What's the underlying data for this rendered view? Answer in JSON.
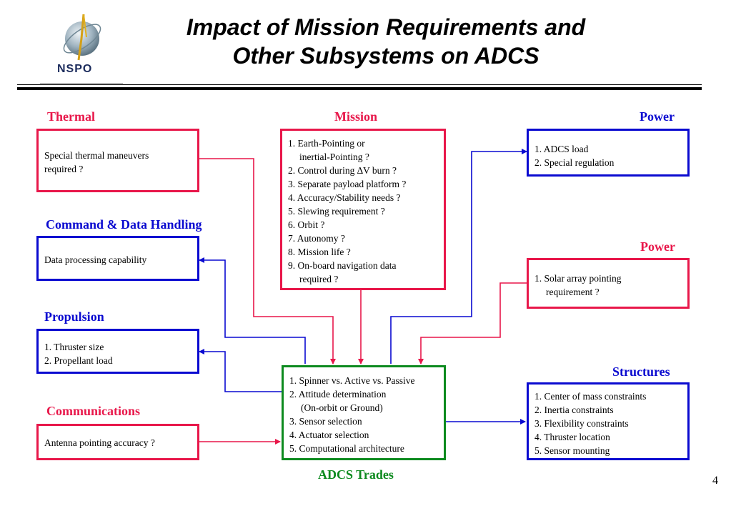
{
  "logo": {
    "text": "NSPO"
  },
  "title": {
    "line1": "Impact of Mission Requirements and",
    "line2": "Other Subsystems on ADCS"
  },
  "labels": {
    "thermal": "Thermal",
    "mission": "Mission",
    "power_top": "Power",
    "cdh": "Command & Data Handling",
    "power_mid": "Power",
    "propulsion": "Propulsion",
    "structures": "Structures",
    "communications": "Communications",
    "adcs_trades": "ADCS Trades"
  },
  "boxes": {
    "thermal": [
      "Special thermal maneuvers",
      "required ?"
    ],
    "mission": [
      [
        "1. Earth-Pointing or",
        "inertial-Pointing ?"
      ],
      [
        "2. Control during ∆V burn ?"
      ],
      [
        "3. Separate payload platform ?"
      ],
      [
        "4. Accuracy/Stability needs ?"
      ],
      [
        "5. Slewing requirement ?"
      ],
      [
        "6. Orbit ?"
      ],
      [
        "7. Autonomy ?"
      ],
      [
        "8. Mission life ?"
      ],
      [
        "9. On-board navigation data",
        "required ?"
      ]
    ],
    "power_top": [
      "1. ADCS load",
      "2. Special regulation"
    ],
    "cdh": [
      "Data processing capability"
    ],
    "power_mid": [
      "1. Solar array pointing",
      "requirement ?"
    ],
    "propulsion": [
      "1. Thruster size",
      "2. Propellant load"
    ],
    "adcs": [
      [
        "1. Spinner vs. Active vs. Passive"
      ],
      [
        "2. Attitude determination",
        "(On-orbit or Ground)"
      ],
      [
        "3. Sensor selection"
      ],
      [
        "4. Actuator selection"
      ],
      [
        "5. Computational architecture"
      ]
    ],
    "structures": [
      "1. Center of mass constraints",
      "2. Inertia constraints",
      "3. Flexibility constraints",
      "4. Thruster location",
      "5. Sensor mounting"
    ],
    "communications": [
      "Antenna pointing accuracy ?"
    ]
  },
  "page_number": "4",
  "colors": {
    "red": "#e8174a",
    "blue": "#0a0ad0",
    "green": "#0c8a1e",
    "rule": "#000000"
  }
}
